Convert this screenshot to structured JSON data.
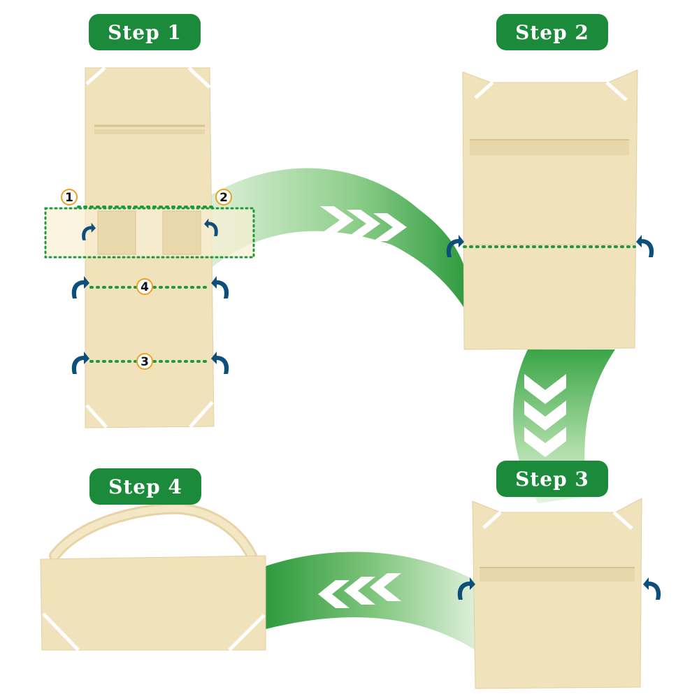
{
  "steps": [
    {
      "label": "Step 1"
    },
    {
      "label": "Step 2"
    },
    {
      "label": "Step 3"
    },
    {
      "label": "Step 4"
    }
  ],
  "fold_markers": [
    "1",
    "2",
    "3",
    "4"
  ],
  "colors": {
    "badge_green": "#1b8a3a",
    "fabric": "#f0e2bb",
    "fold_line": "#1e9a3c",
    "fold_arrow": "#0b4f7a",
    "strap": "#ffffff",
    "marker_ring": "#f0a020"
  },
  "icons": [
    "fold-arrow-icon",
    "chevron-right-icon",
    "chevron-down-icon",
    "chevron-left-icon"
  ]
}
